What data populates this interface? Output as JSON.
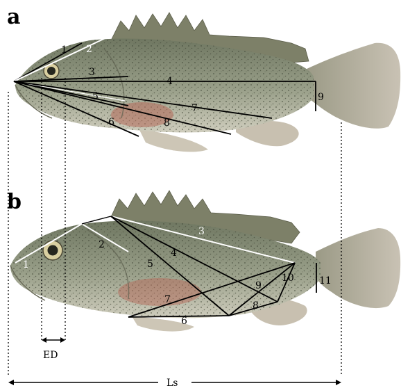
{
  "figure": {
    "panel_a": "a",
    "panel_b": "b",
    "eye_diameter_label": "ED",
    "standard_length_label": "Ls"
  },
  "panel_a_lines": [
    "1",
    "2",
    "3",
    "4",
    "5",
    "6",
    "7",
    "8",
    "9"
  ],
  "panel_b_lines": [
    "1",
    "2",
    "3",
    "4",
    "5",
    "6",
    "7",
    "8",
    "9",
    "10",
    "11"
  ],
  "colors": {
    "fish_body": "#8a9178",
    "fish_belly": "#d6d4c4",
    "fin": "#b9b2a3",
    "spine": "#6e6f5c",
    "cheek_red": "#b5695a",
    "measure_dark": "#000000",
    "measure_light": "#ffffff"
  }
}
